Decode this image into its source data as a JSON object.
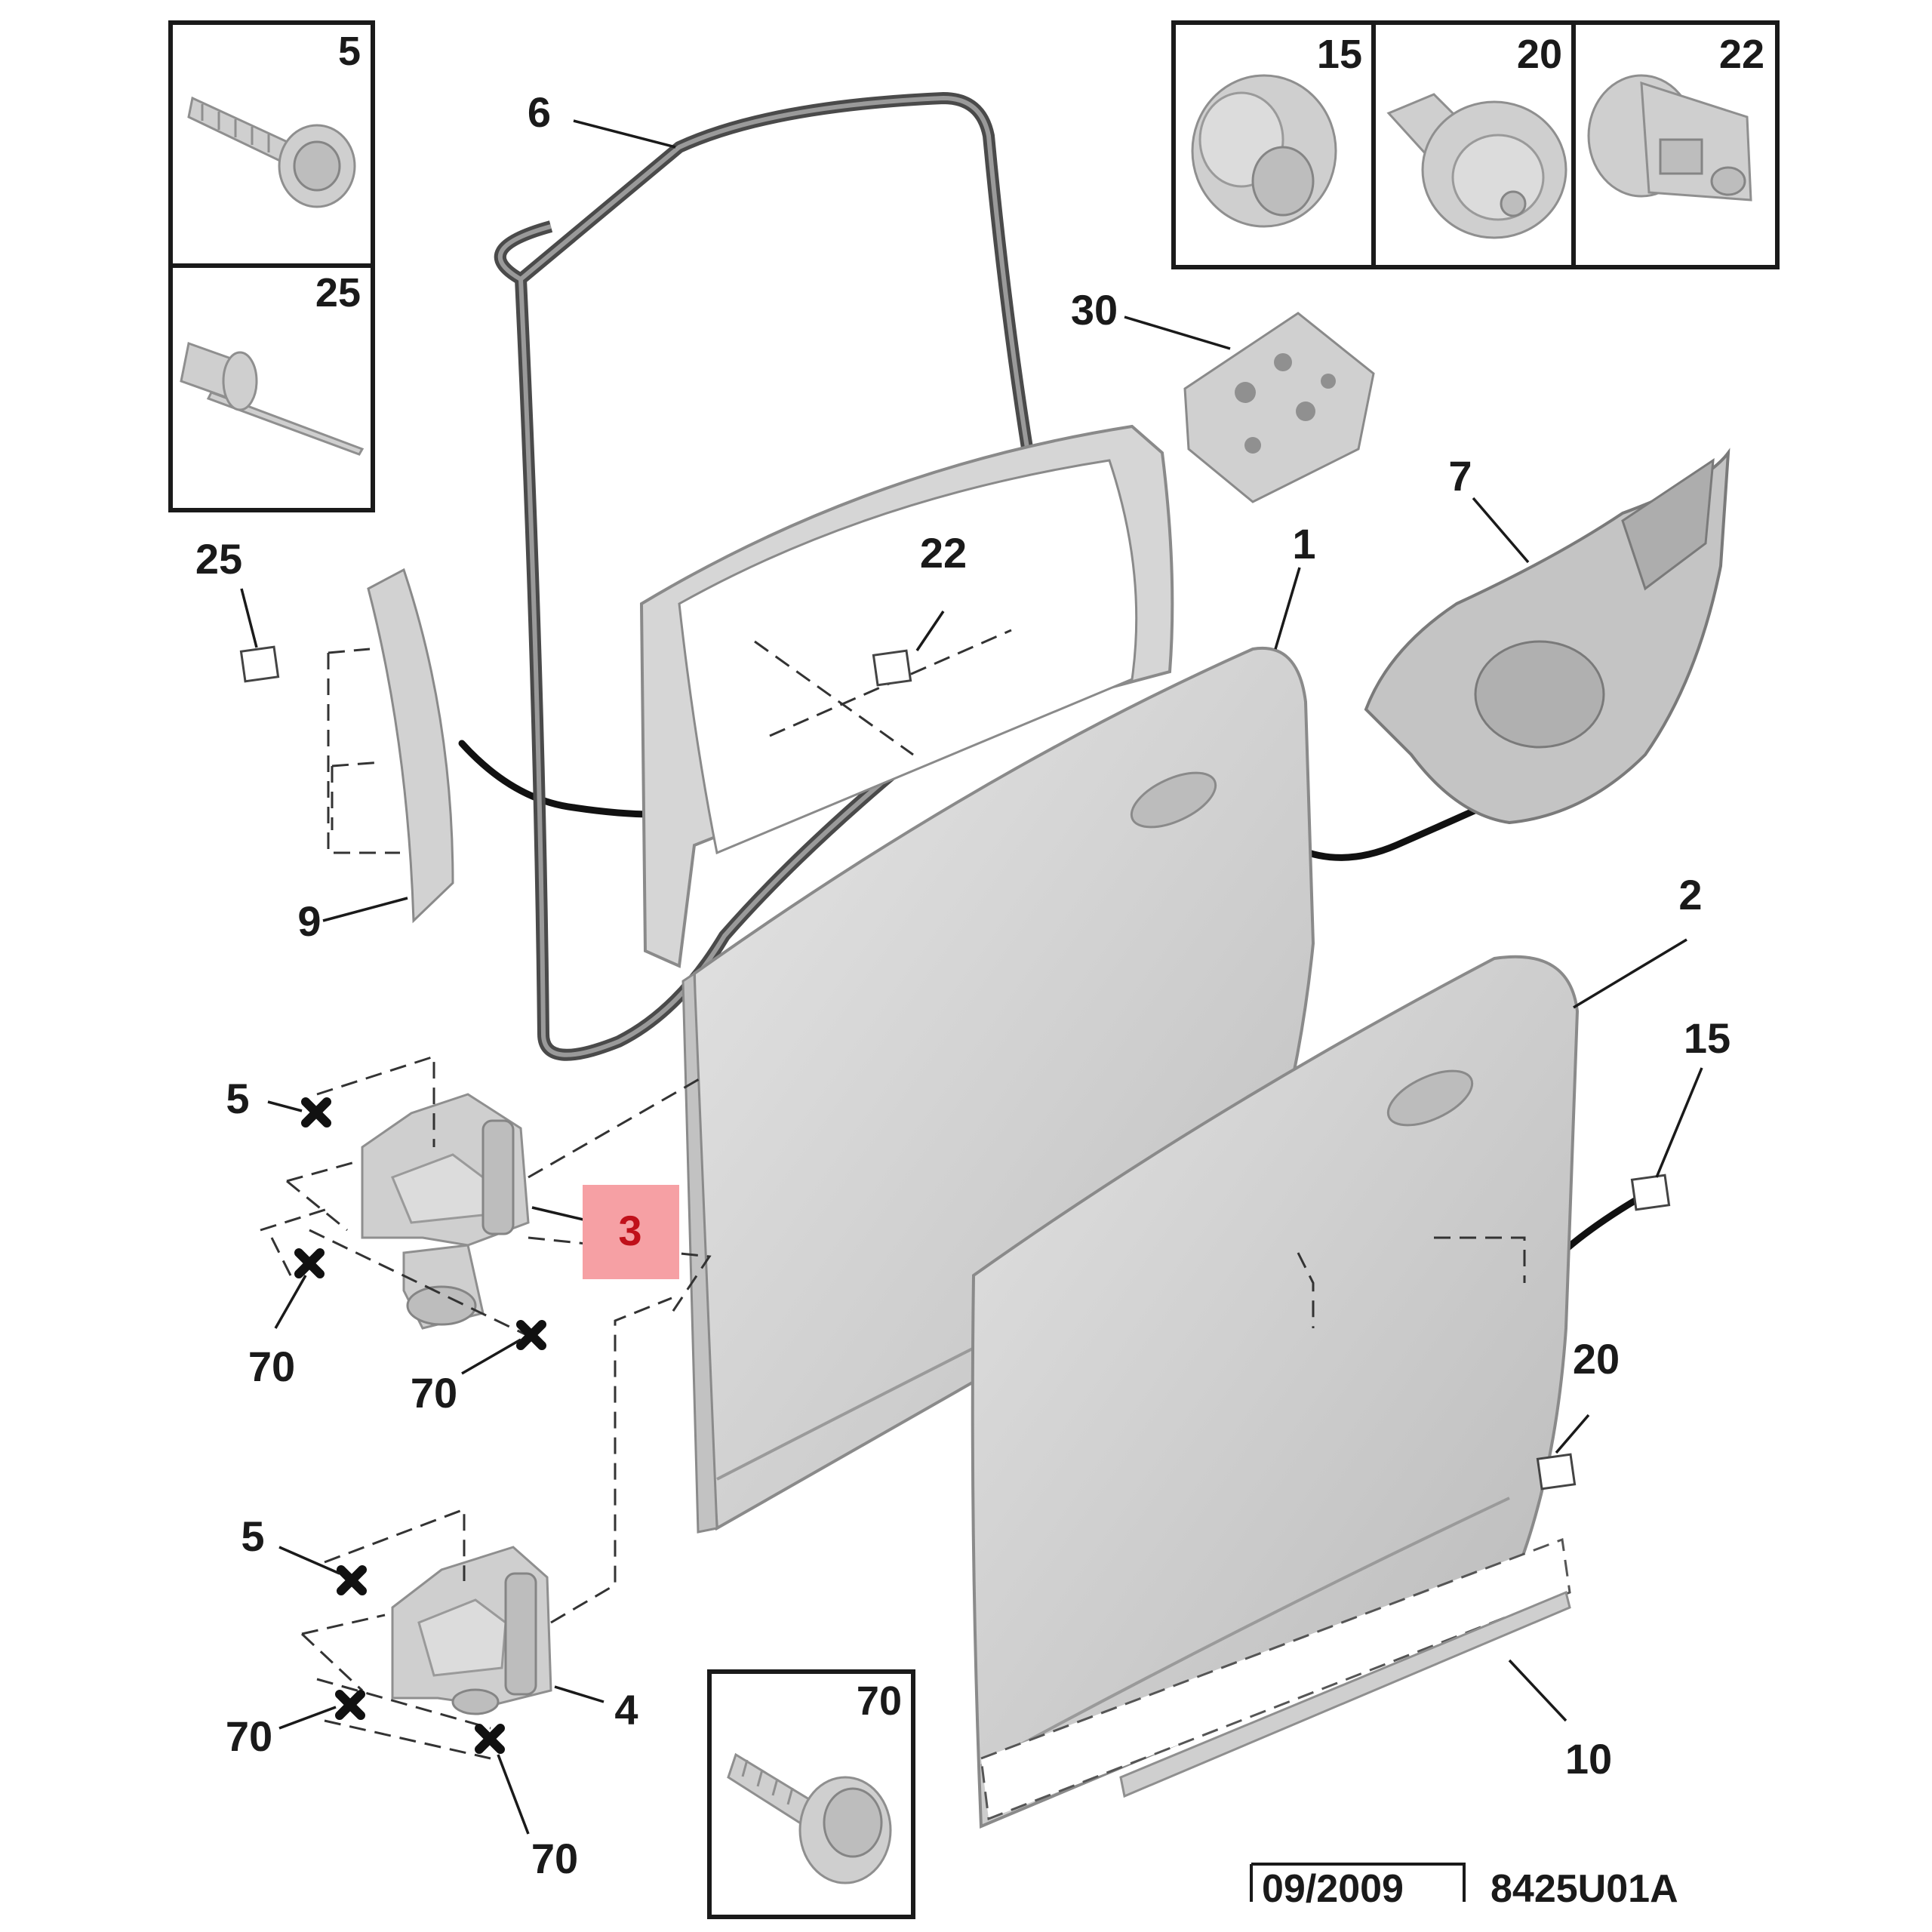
{
  "inset_boxes": {
    "top_left": [
      {
        "label": "5"
      },
      {
        "label": "25"
      }
    ],
    "top_right": [
      {
        "label": "15"
      },
      {
        "label": "20"
      },
      {
        "label": "22"
      }
    ],
    "bottom": [
      {
        "label": "70"
      }
    ]
  },
  "callouts": {
    "c6": "6",
    "c30": "30",
    "c7": "7",
    "c1": "1",
    "c22": "22",
    "c25": "25",
    "c9": "9",
    "c2": "2",
    "c15": "15",
    "c5a": "5",
    "c3": "3",
    "c70a": "70",
    "c70b": "70",
    "c5b": "5",
    "c4": "4",
    "c70c": "70",
    "c70d": "70",
    "c20": "20",
    "c10": "10"
  },
  "highlight_color": "#f6a0a4",
  "footer": {
    "date": "09/2009",
    "reference": "8425U01A"
  }
}
